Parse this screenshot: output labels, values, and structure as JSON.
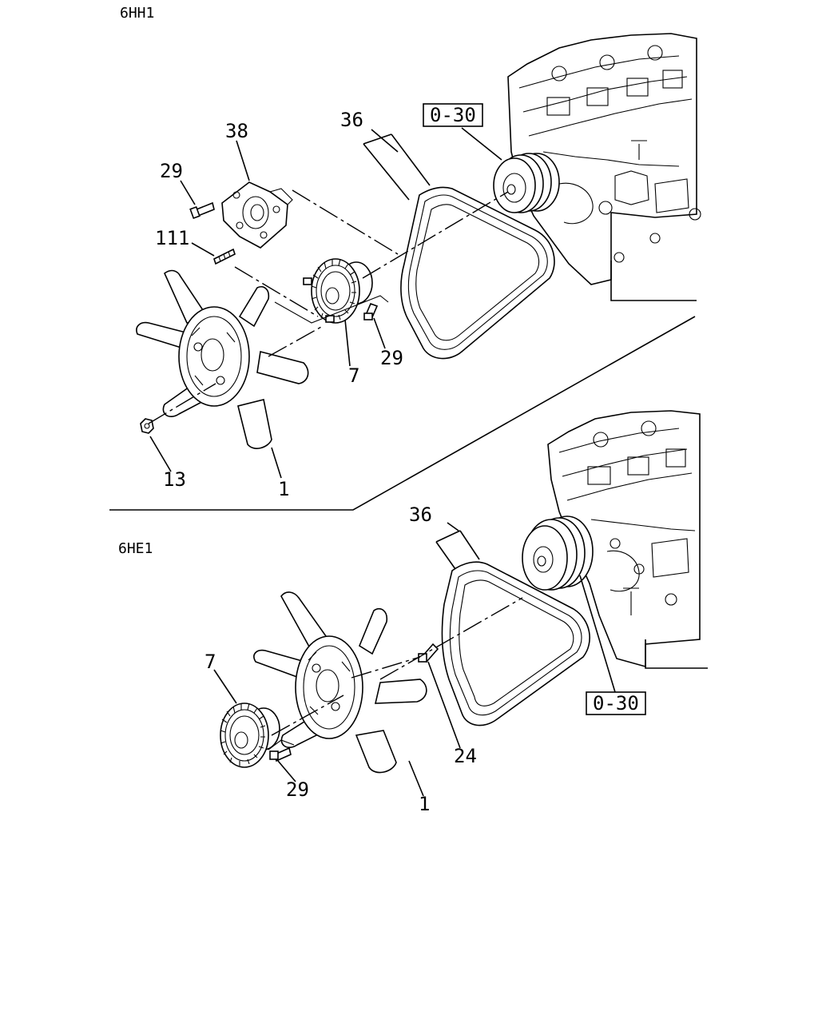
{
  "sections": {
    "top": {
      "model": "6HH1"
    },
    "bottom": {
      "model": "6HE1"
    }
  },
  "top_labels": {
    "ref_box": "0-30",
    "belt": "36",
    "bracket": "38",
    "bolt_upper": "29",
    "stud": "111",
    "fan_clutch": "7",
    "bolt_lower": "29",
    "nut": "13",
    "fan": "1"
  },
  "bottom_labels": {
    "belt": "36",
    "ref_box": "0-30",
    "fan_clutch": "7",
    "bolt_clutch": "29",
    "bolt_fan": "24",
    "fan": "1"
  }
}
